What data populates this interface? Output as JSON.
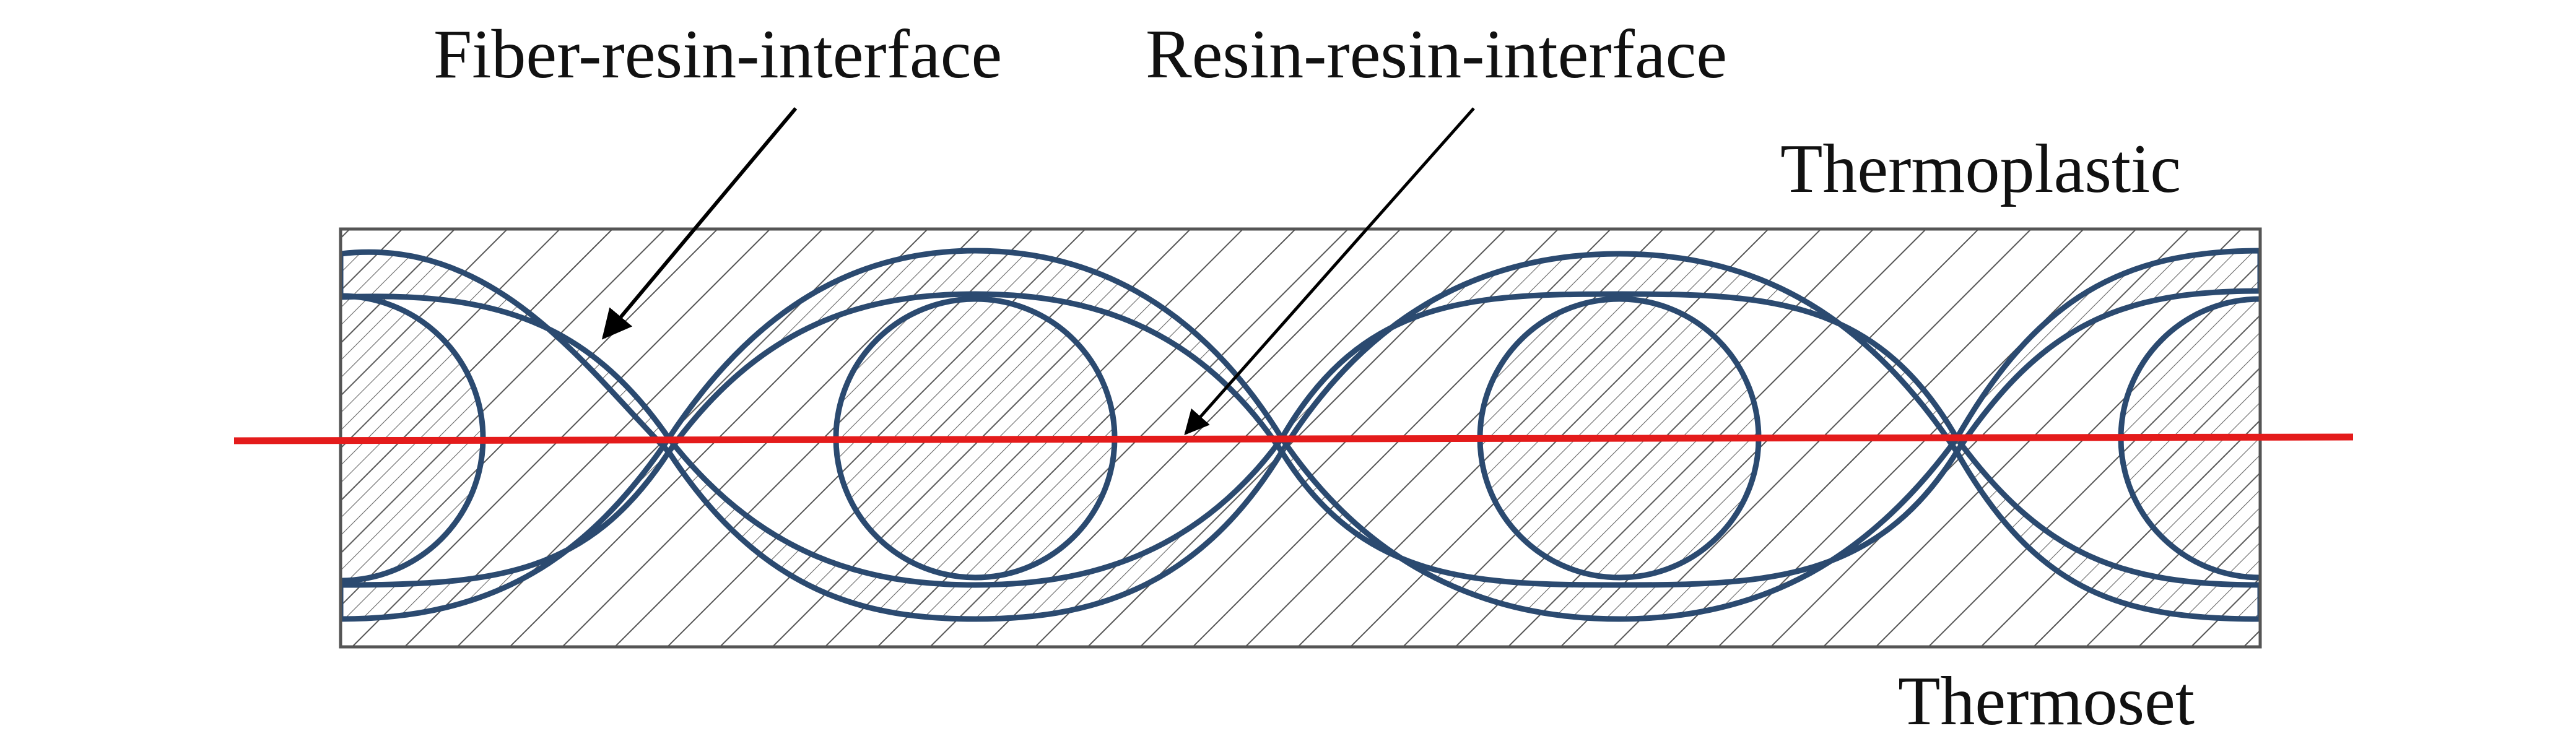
{
  "labels": {
    "fiber_resin_interface": "Fiber-resin-interface",
    "resin_resin_interface": "Resin-resin-interface",
    "thermoplastic": "Thermoplastic",
    "thermoset": "Thermoset"
  },
  "colors": {
    "yarn_outline": "#2b4a70",
    "hatch": "#555555",
    "interface_line": "#e41b1b",
    "arrow": "#000000",
    "box": "#555555"
  }
}
